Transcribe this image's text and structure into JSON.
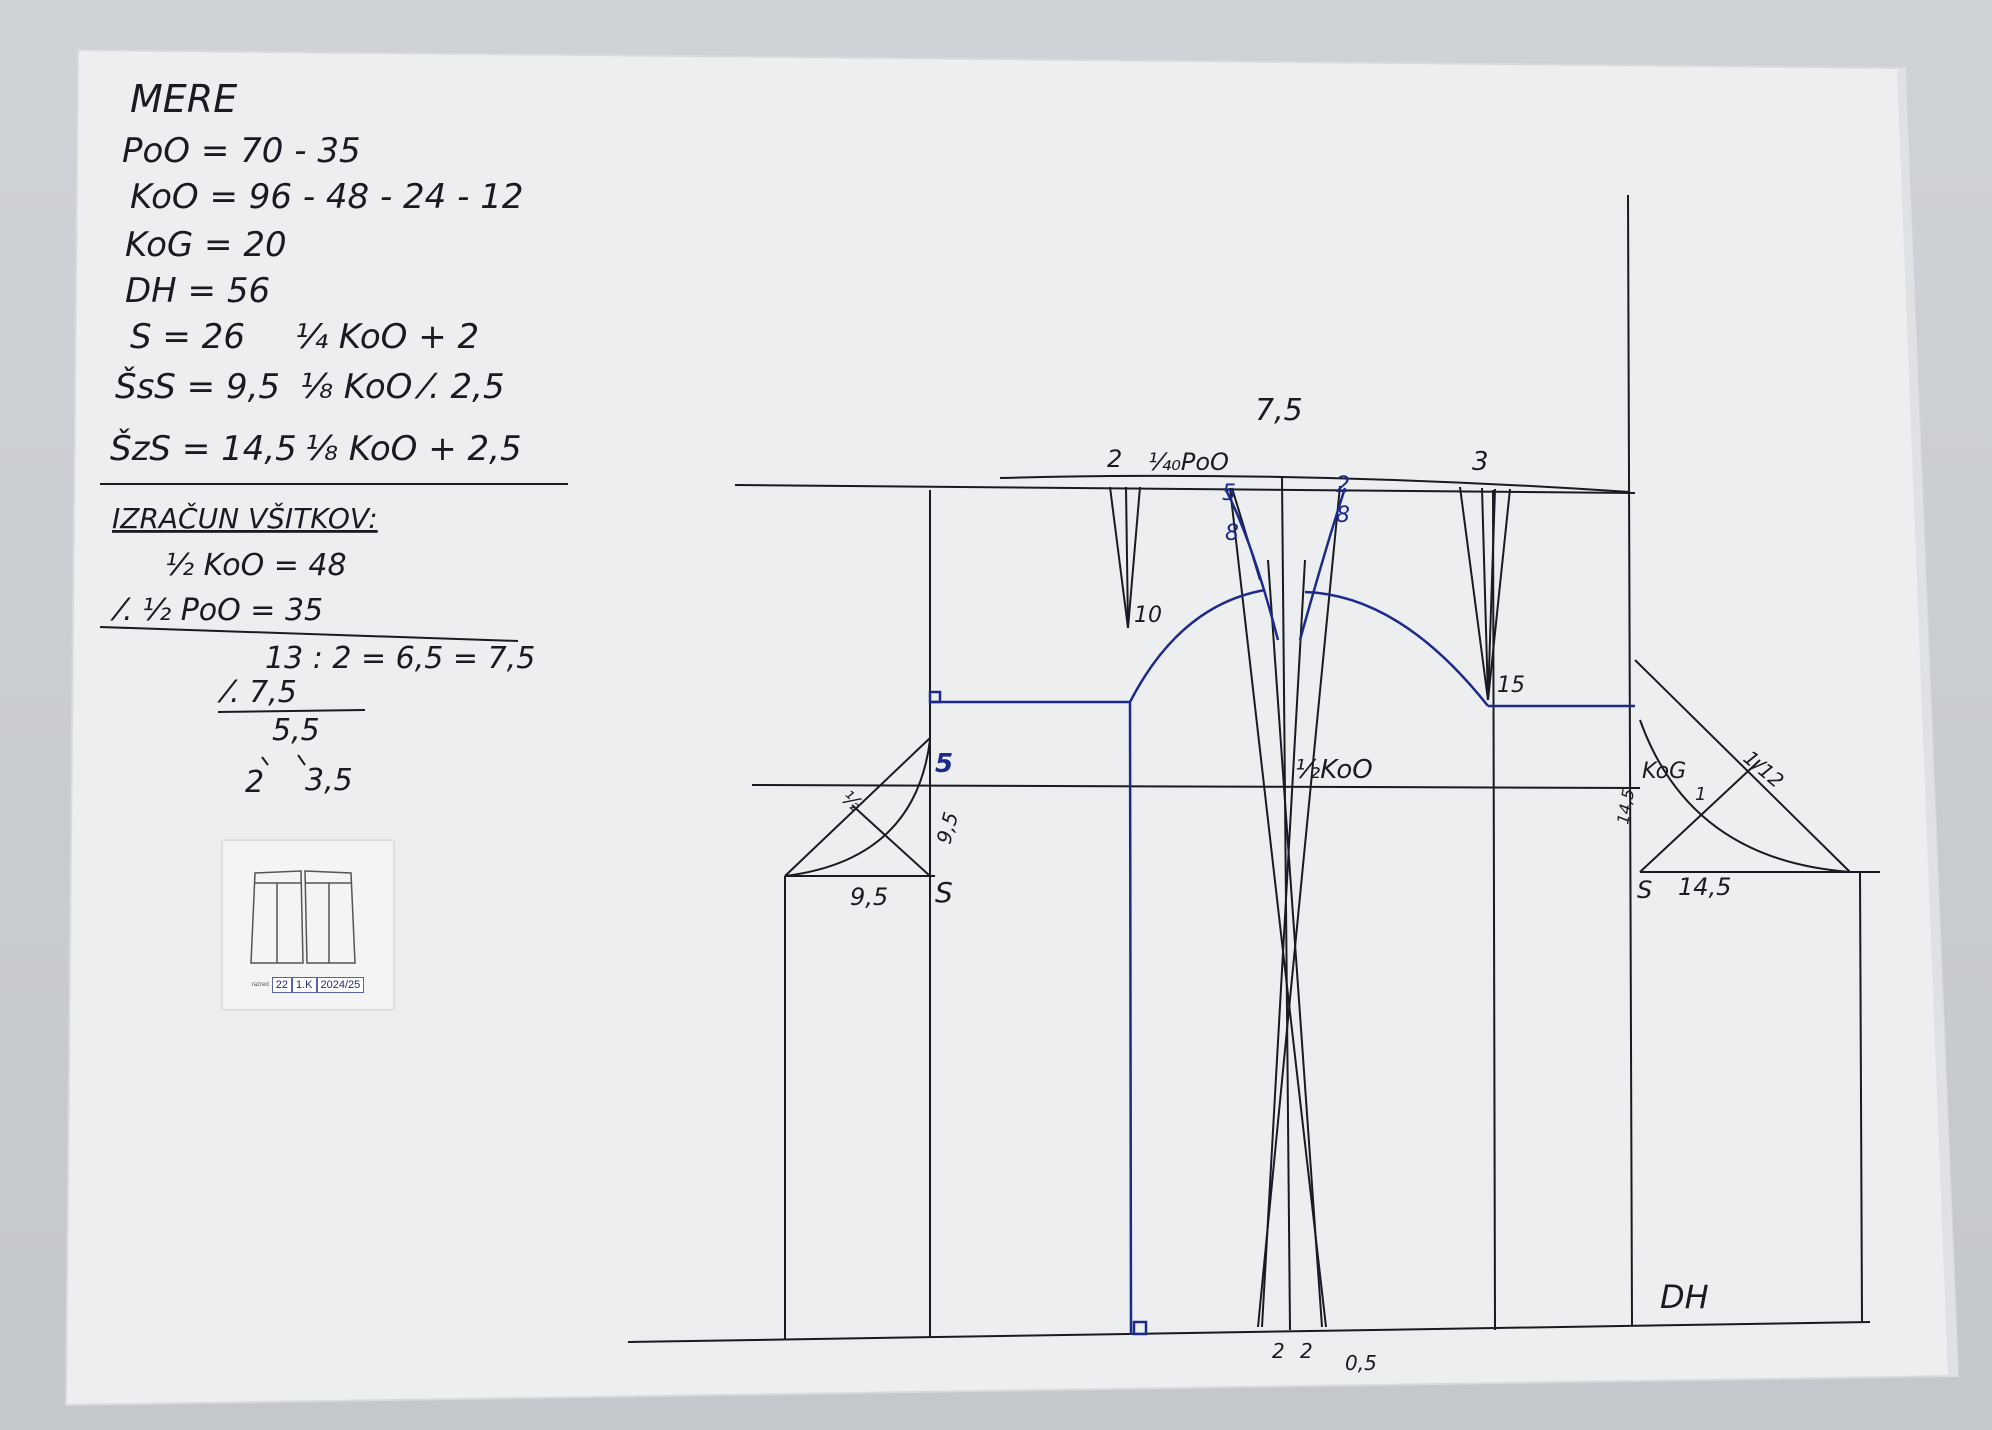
{
  "measures": {
    "heading": "MERE",
    "lines": [
      "PoO = 70 - 35",
      "KoO = 96 - 48 - 24 - 12",
      "KoG = 20",
      "DH = 56"
    ],
    "formulas": [
      {
        "left": "S = 26",
        "right": "¼ KoO + 2"
      },
      {
        "left": "ŠsS = 9,5",
        "right": "⅛ KoO ⁄. 2,5"
      },
      {
        "left": "ŠzS = 14,5",
        "right": "⅛ KoO + 2,5"
      }
    ]
  },
  "calculation": {
    "heading": "IZRAČUN VŠITKOV:",
    "line1": "½ KoO = 48",
    "line2": "⁄. ½ PoO = 35",
    "line3": "13 : 2 = 6,5 = 7,5",
    "line4": "⁄. 7,5",
    "line5": "5,5",
    "split_left": "2",
    "split_right": "3,5"
  },
  "sticker": {
    "small": "razred",
    "num": "22",
    "cls": "1.K",
    "year": "2024/25"
  },
  "pattern_labels": {
    "top_7_5": "7,5",
    "dart_2": "2",
    "quarter_poo": "¼₀PoO",
    "dart_3": "3",
    "eight_left": "8",
    "eight_right": "8",
    "five_left": "5",
    "two_right": "2",
    "ten": "10",
    "fifteen": "15",
    "half_koo": "½KoO",
    "five_front": "5",
    "nine_five_vert": "9,5",
    "half_left_diag": "½",
    "nine_five": "9,5",
    "s_left": "S",
    "kog": "KoG",
    "one_twelfth": "1/12",
    "dot_label": "1",
    "fourteen_vert": "14,5",
    "s_right": "S",
    "fourteen_five": "14,5",
    "dh": "DH",
    "bottom_2a": "2",
    "bottom_2b": "2",
    "bottom_0_5": "0,5"
  }
}
